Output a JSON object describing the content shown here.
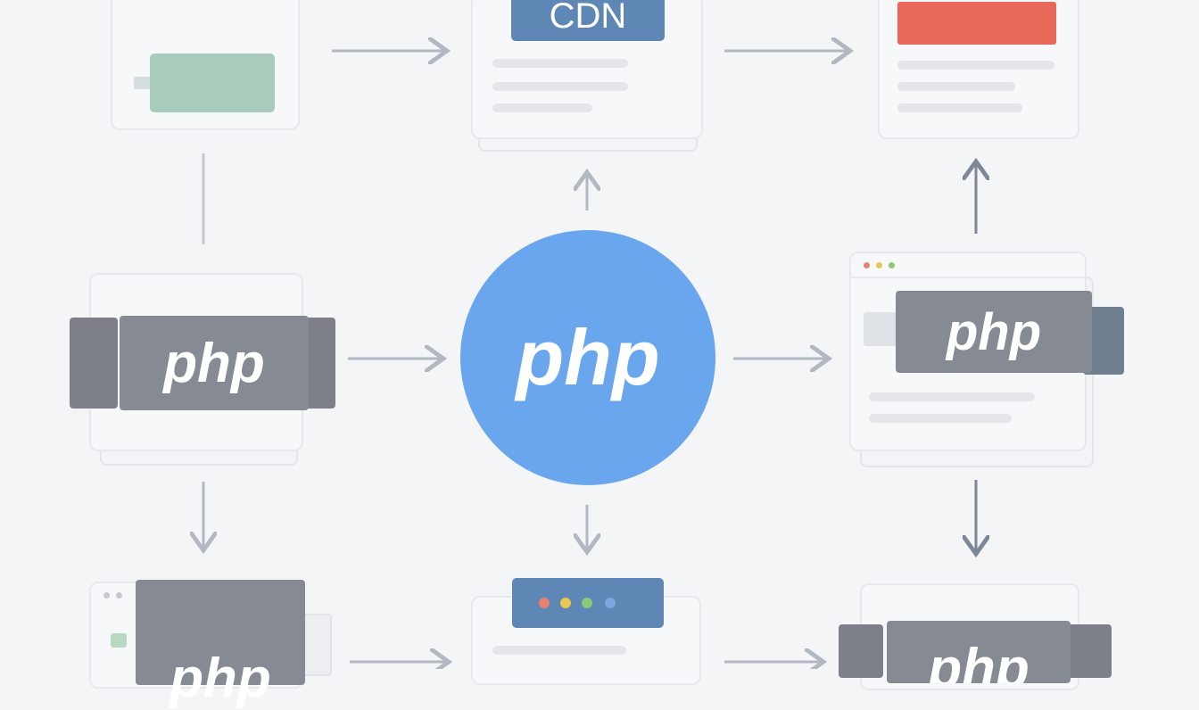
{
  "labels": {
    "cdn": "CDN",
    "php_center": "php",
    "php_left": "php",
    "php_right": "php",
    "php_bottom_left": "php",
    "php_bottom_right": "php"
  },
  "colors": {
    "background": "#f4f5f7",
    "php_circle": "#6aa6ee",
    "cdn_badge": "#5f87b5",
    "green_block": "#a9cbbb",
    "red_block": "#e8695a",
    "gray_badge": "#868a92",
    "window_dot_red": "#e8826e",
    "window_dot_yellow": "#e8c84e",
    "window_dot_green": "#8cc97a",
    "window_dot_blue": "#7aa7e0"
  }
}
